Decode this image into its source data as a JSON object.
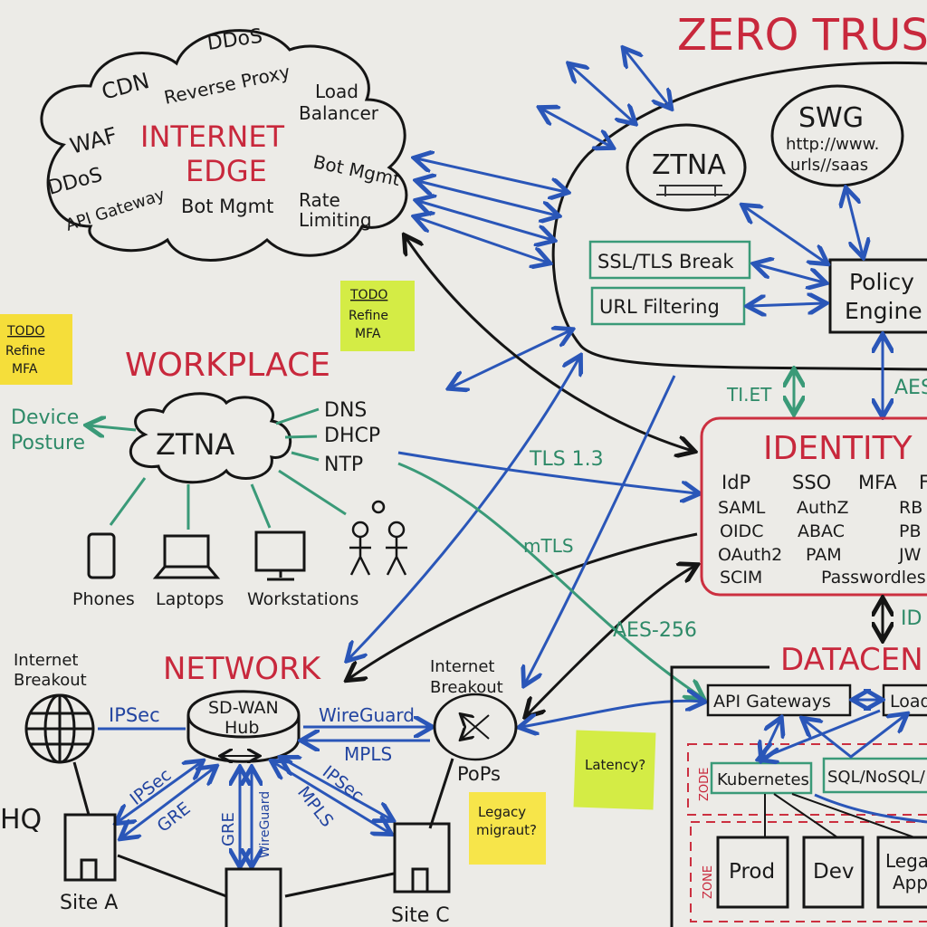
{
  "colors": {
    "board": "#ecebe7",
    "ink": "#151515",
    "red": "#c8283c",
    "blue": "#2a56b8",
    "green": "#2e8a68",
    "sticky_yellow": "#f7e54a",
    "sticky_green": "#d8ef4a"
  },
  "title": "ZERO TRUST",
  "internet_edge": {
    "title_1": "INTERNET",
    "title_2": "EDGE",
    "items": [
      "DDoS",
      "CDN",
      "Reverse Proxy",
      "Load",
      "Balancer",
      "WAF",
      "DDoS",
      "API Gateway",
      "Bot Mgmt",
      "Bot Mgmt",
      "Rate",
      "Limiting"
    ]
  },
  "zero_trust": {
    "ztna": "ZTNA",
    "swg": "SWG",
    "swg_line1": "http://www.",
    "swg_line2": "urls//saas",
    "ssl": "SSL/TLS Break",
    "url": "URL Filtering",
    "policy_1": "Policy",
    "policy_2": "Engine"
  },
  "workplace": {
    "title": "WORKPLACE",
    "ztna": "ZTNA",
    "device_1": "Device",
    "device_2": "Posture",
    "services": [
      "DNS",
      "DHCP",
      "NTP"
    ],
    "devices": [
      "Phones",
      "Laptops",
      "Workstations"
    ]
  },
  "stickies": [
    {
      "heading": "TODO",
      "line1": "Refine",
      "line2": "MFA"
    },
    {
      "heading": "TODO",
      "line1": "Refine",
      "line2": "MFA"
    },
    {
      "line1": "Latency?"
    },
    {
      "line1": "Legacy",
      "line2": "migraut?"
    }
  ],
  "links": {
    "tls": "TLS 1.3",
    "mtls": "mTLS",
    "aes": "AES-256",
    "tiet": "TI.ET",
    "aes_short": "AES",
    "ide": "ID"
  },
  "identity": {
    "title": "IDENTITY",
    "rows": [
      [
        "IdP",
        "SSO",
        "MFA",
        "F"
      ],
      [
        "SAML",
        "AuthZ",
        "",
        "RB"
      ],
      [
        "OIDC",
        "ABAC",
        "",
        "PB"
      ],
      [
        "OAuth2",
        "PAM",
        "",
        "JW"
      ],
      [
        "SCIM",
        "Passwordles"
      ]
    ]
  },
  "network": {
    "title": "NETWORK",
    "breakout_1": "Internet",
    "breakout_2": "Breakout",
    "hub_1": "SD-WAN",
    "hub_2": "Hub",
    "hq": "HQ",
    "site_a": "Site A",
    "site_c": "Site C",
    "pops": "PoPs",
    "labels": {
      "ipsec_top": "IPSec",
      "wireguard": "WireGuard",
      "mpls": "MPLS",
      "ipsec_a": "IPSec",
      "gre_a": "GRE",
      "gre_b": "GRE",
      "wireguard_b": "WireGuard",
      "ipsec_c": "IPSec",
      "mpls_c": "MPLS"
    }
  },
  "datacenter": {
    "title": "DATACEN",
    "api": "API Gateways",
    "load": "Load",
    "k8s": "Kubernetes",
    "sql": "SQL/NoSQL/",
    "zone1": "ZODE",
    "zone2": "ZONE",
    "prod": "Prod",
    "dev": "Dev",
    "legacy_1": "Lega",
    "legacy_2": "App"
  }
}
